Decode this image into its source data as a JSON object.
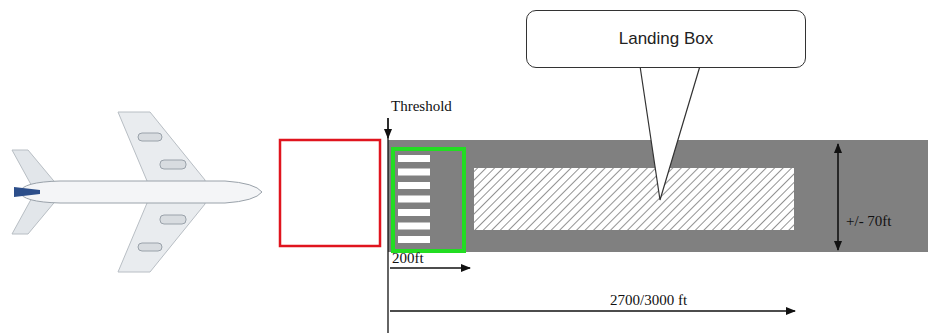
{
  "diagram": {
    "nodes": [
      {
        "text": [
          "Landing Box"
        ]
      }
    ],
    "labels": [
      "Threshold",
      "200ft",
      "2700/3000 ft",
      "+/- 70ft"
    ]
  }
}
